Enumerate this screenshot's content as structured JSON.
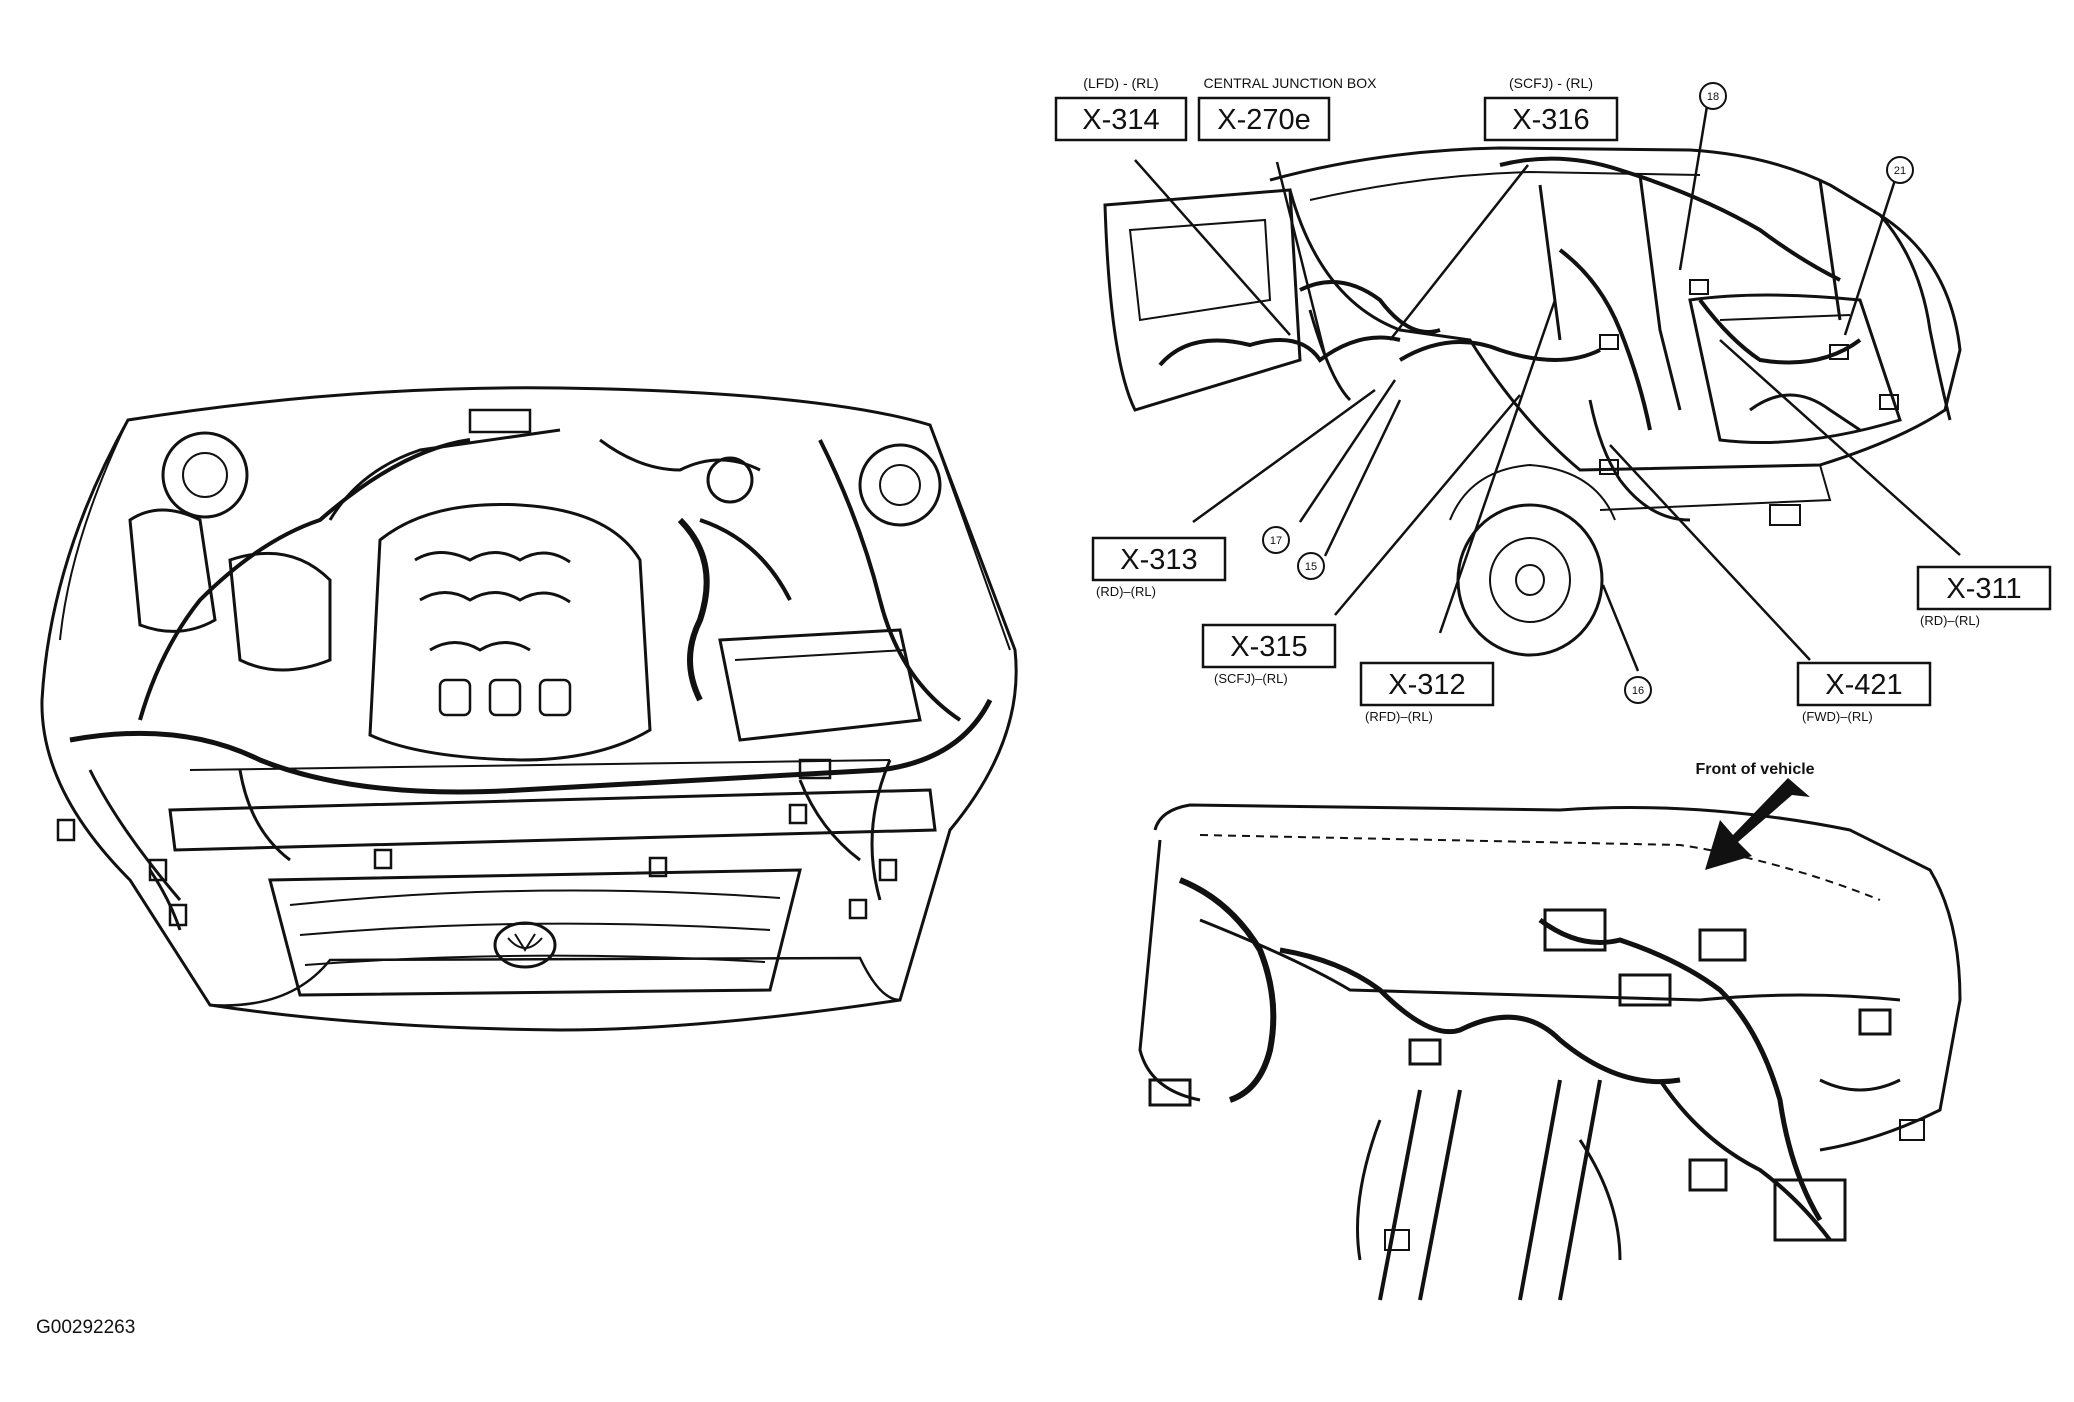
{
  "connectors": [
    {
      "label": "X-314",
      "top": "(LFD) - (RL)"
    },
    {
      "label": "X-270e",
      "top": "CENTRAL JUNCTION BOX"
    },
    {
      "label": "X-316",
      "top": "(SCFJ) - (RL)"
    },
    {
      "label": "X-313",
      "sub": "(RD)–(RL)"
    },
    {
      "label": "X-315",
      "sub": "(SCFJ)–(RL)"
    },
    {
      "label": "X-312",
      "sub": "(RFD)–(RL)"
    },
    {
      "label": "X-421",
      "sub": "(FWD)–(RL)"
    },
    {
      "label": "X-311",
      "sub": "(RD)–(RL)"
    }
  ],
  "callouts": [
    "18",
    "21",
    "17",
    "15",
    "16"
  ],
  "front_of_vehicle": "Front of vehicle",
  "figure_code": "G00292263",
  "colors": {
    "ink": "#111111",
    "background": "#ffffff"
  }
}
